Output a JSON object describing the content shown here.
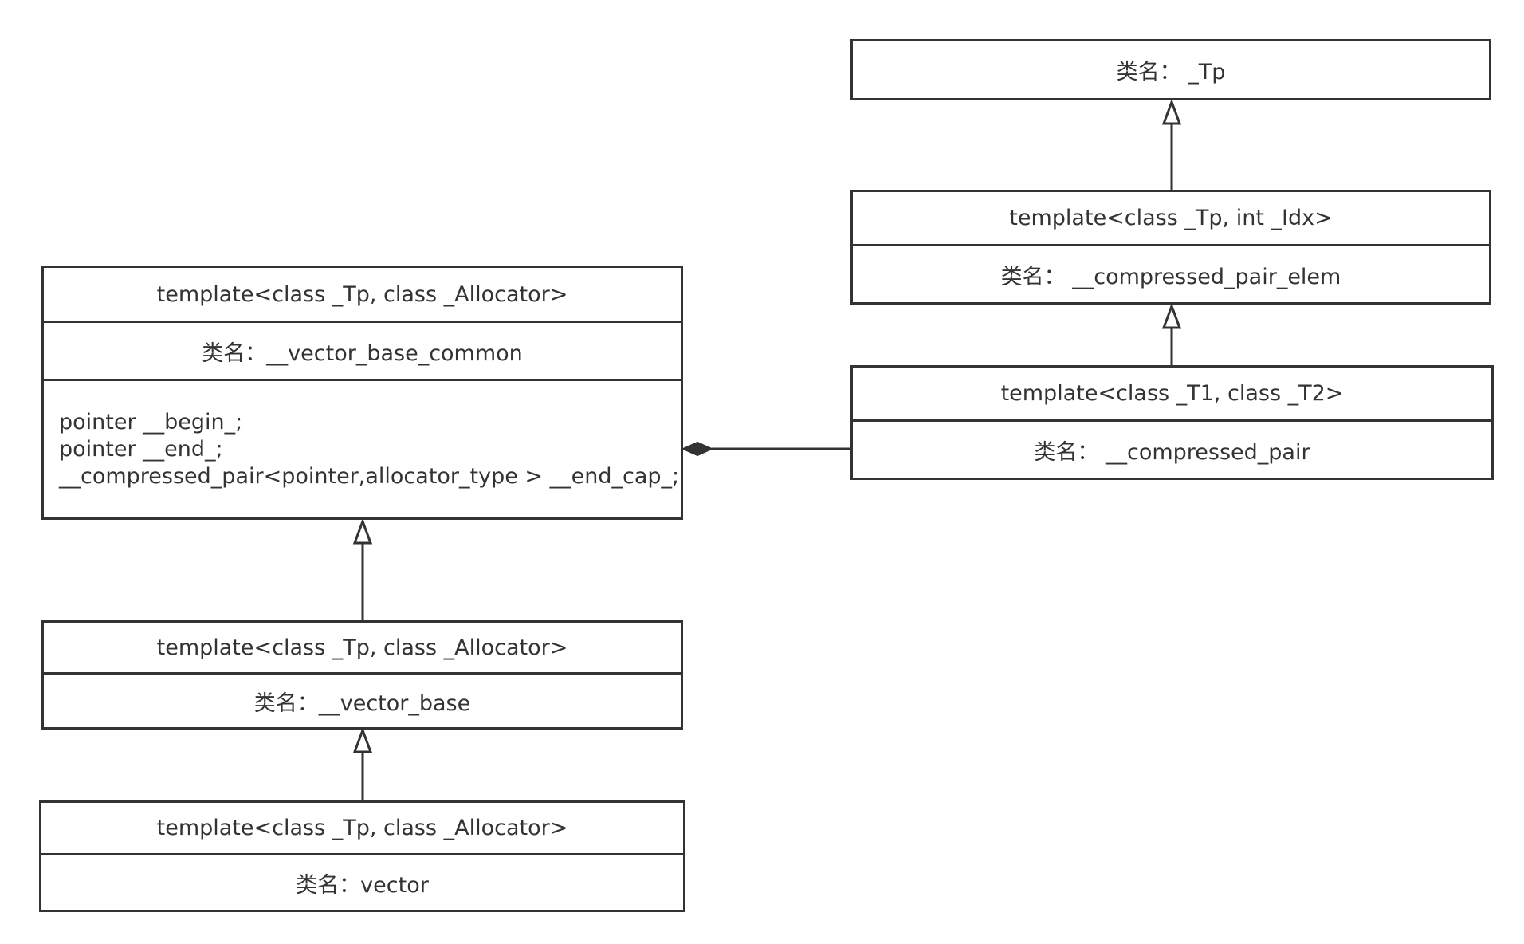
{
  "classes": {
    "tp": {
      "name": "类名： _Tp"
    },
    "compressed_pair_elem": {
      "template": "template<class _Tp, int _Idx>",
      "name": "类名： __compressed_pair_elem"
    },
    "compressed_pair": {
      "template": "template<class _T1, class _T2>",
      "name": "类名： __compressed_pair"
    },
    "vector_base_common": {
      "template": "template<class _Tp, class _Allocator>",
      "name": "类名：__vector_base_common",
      "attributes": [
        "pointer __begin_;",
        "pointer __end_;",
        "__compressed_pair<pointer,allocator_type > __end_cap_;"
      ]
    },
    "vector_base": {
      "template": "template<class _Tp, class _Allocator>",
      "name": "类名：__vector_base"
    },
    "vector": {
      "template": "template<class _Tp, class _Allocator>",
      "name": "类名：vector"
    }
  },
  "relationships": [
    {
      "from": "compressed_pair_elem",
      "to": "tp",
      "type": "generalization"
    },
    {
      "from": "compressed_pair",
      "to": "compressed_pair_elem",
      "type": "generalization"
    },
    {
      "from": "vector_base",
      "to": "vector_base_common",
      "type": "generalization"
    },
    {
      "from": "vector",
      "to": "vector_base",
      "type": "generalization"
    },
    {
      "from": "compressed_pair",
      "to": "vector_base_common",
      "type": "composition"
    }
  ],
  "colors": {
    "line": "#333333",
    "text": "#333333",
    "background": "#ffffff"
  }
}
